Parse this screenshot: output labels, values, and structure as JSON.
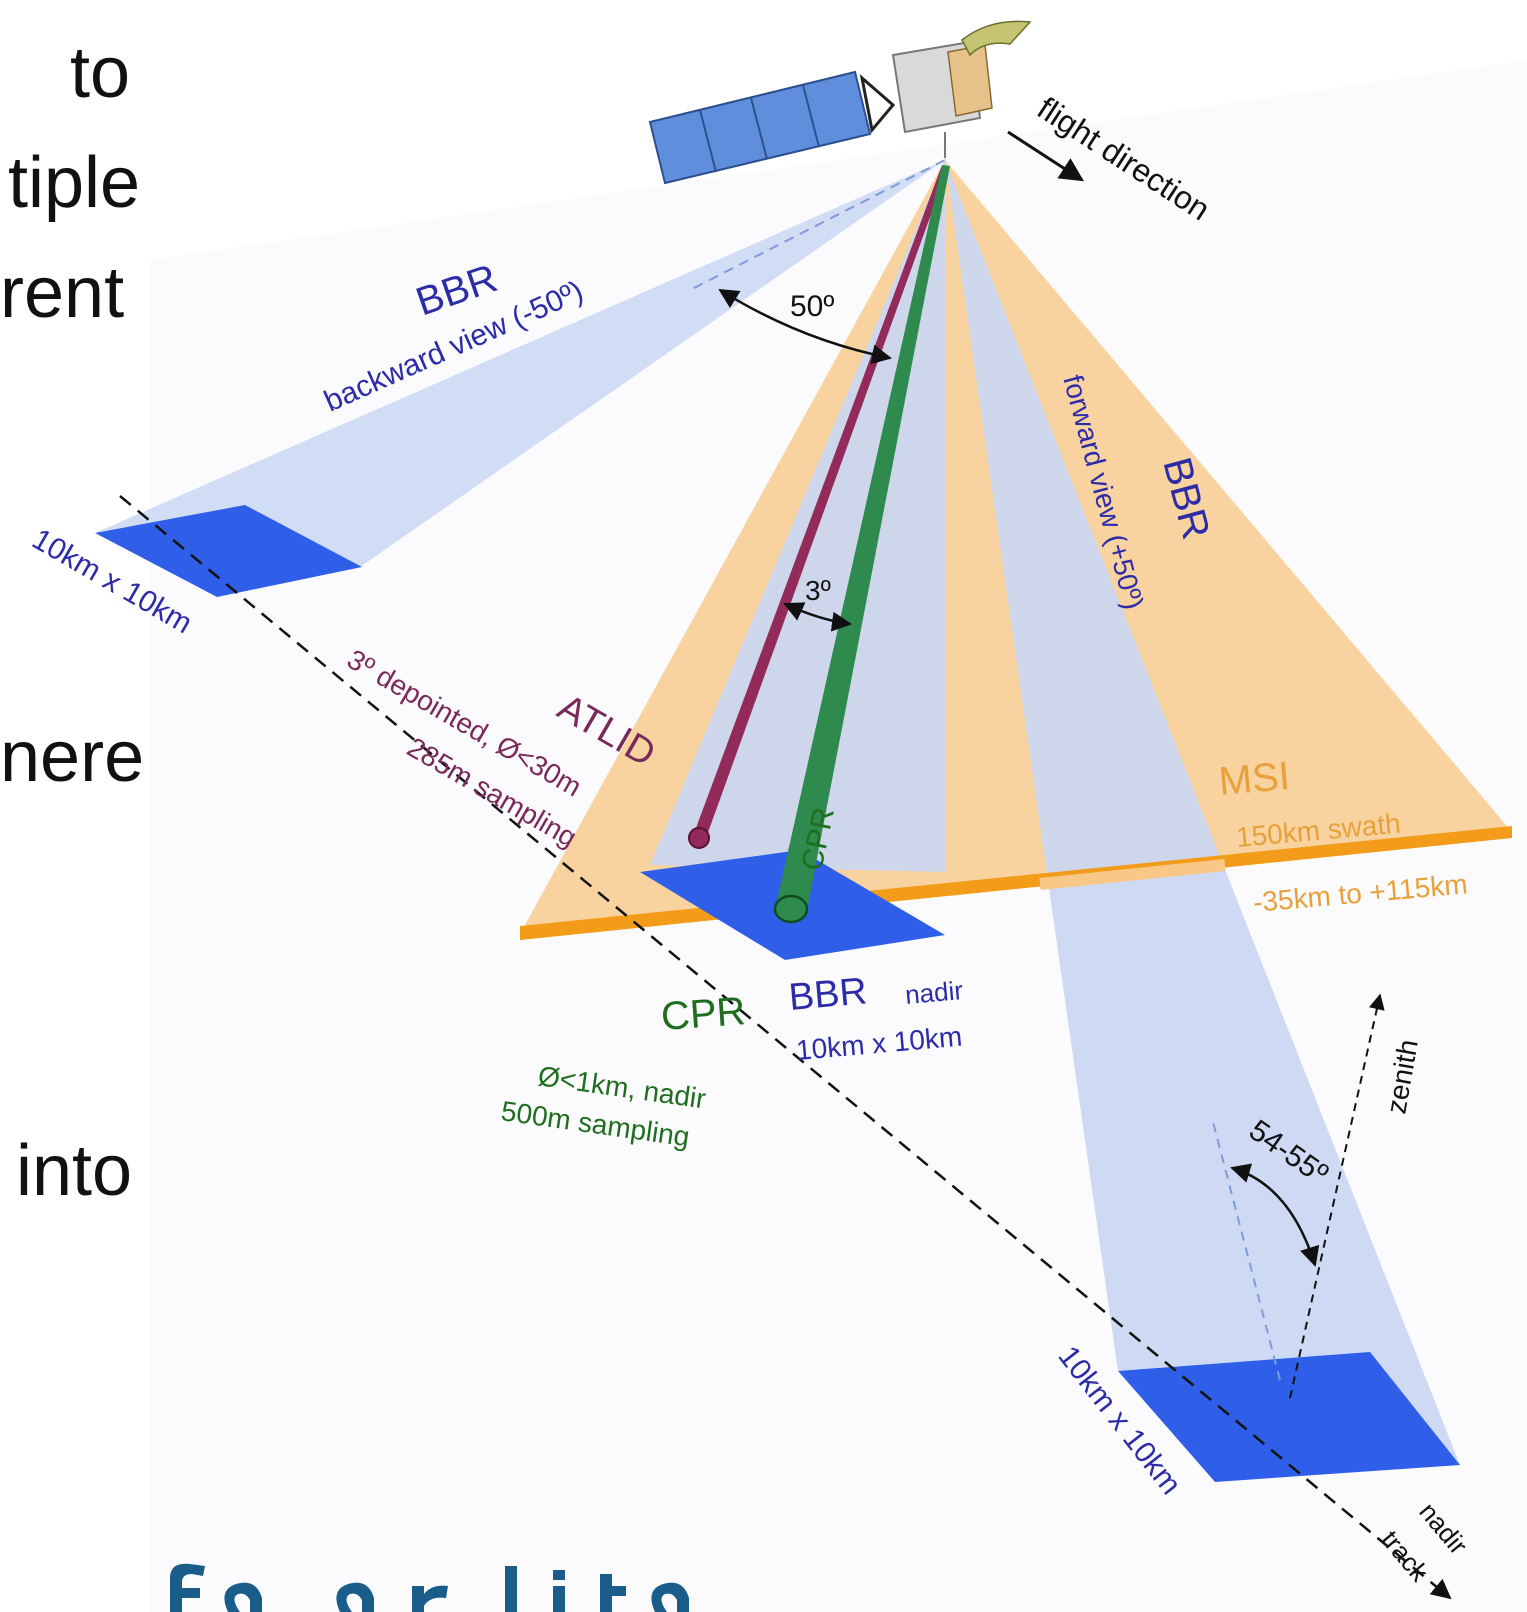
{
  "slide_text_fragments": [
    "to",
    "tiple",
    "rent",
    "nere",
    "into"
  ],
  "diagram": {
    "flight_direction": "flight direction",
    "angle_50": "50º",
    "bbr_backward_title": "BBR",
    "bbr_backward_sub": "backward view (-50º)",
    "bbr_forward_title": "BBR",
    "bbr_forward_sub": "forward view (+50º)",
    "backward_footprint": "10km x 10km",
    "forward_footprint": "10km x 10km",
    "angle_3": "3º",
    "atlid_title": "ATLID",
    "atlid_sub1": "3º depointed, Ø<30m",
    "atlid_sub2": "285m sampling",
    "cpr_beam_label": "CPR",
    "msi_title": "MSI",
    "msi_swath": "150km swath",
    "msi_range": "-35km to +115km",
    "cpr_title": "CPR",
    "cpr_sub1": "Ø<1km, nadir",
    "cpr_sub2": "500m sampling",
    "bbr_nadir_title": "BBR",
    "bbr_nadir_word": "nadir",
    "bbr_nadir_footprint": "10km x 10km",
    "zenith": "zenith",
    "angle_sun": "54-55º",
    "nadir_track_1": "nadir",
    "nadir_track_2": "track"
  },
  "colors": {
    "bbr_beam": "#c9d6f3",
    "msi_swath": "#f7cb8e",
    "msi_line": "#f39c1a",
    "footprint": "#2f5fe8",
    "atlid": "#922a5a",
    "cpr": "#2e8a4d",
    "bbr_text": "#2c2ca8",
    "msi_text": "#e8a03a",
    "cpr_text": "#1e6e1e",
    "atlid_text": "#7a2a5a"
  }
}
